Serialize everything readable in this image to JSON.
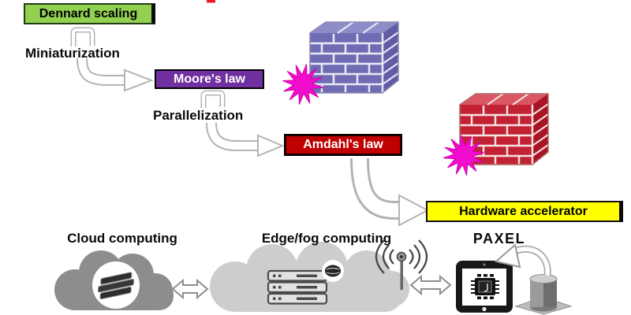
{
  "flow": {
    "dennard_label": "Dennard scaling",
    "miniaturization_label": "Miniaturization",
    "moore_label": "Moore's law",
    "parallelization_label": "Parallelization",
    "amdahl_label": "Amdahl's law",
    "hardware_label": "Hardware accelerator"
  },
  "bottom_row": {
    "cloud_label": "Cloud computing",
    "edge_label": "Edge/fog computing",
    "paxel_label": "PAXEL"
  },
  "icons": {
    "brick_wall_blue": "wall barrier hit by impact star (limit of Moore's law)",
    "brick_wall_red": "wall barrier hit by impact star (limit of Amdahl's law)",
    "impact_star": "magenta starburst",
    "cloud_dark": "cloud with server stack",
    "cloud_light": "cloud with server rack, processor and wifi antenna",
    "double_arrow": "bidirectional hollow arrow",
    "tablet_chip": "tablet device with processor chip",
    "storage_cylinder": "cylinder on platform",
    "curved_arrow": "curved arrow from storage to tablet"
  },
  "colors": {
    "dennard_box": "#92d050",
    "moore_box": "#7030a0",
    "amdahl_box": "#c00000",
    "hardware_box": "#ffff00",
    "blue_wall_brick": "#6f6cb4",
    "red_wall_brick": "#c22233",
    "impact_star": "#f20cce",
    "cloud_dark": "#8d8d8d",
    "cloud_light": "#cdcdcd",
    "arrow_outline": "#b3b3b3"
  }
}
